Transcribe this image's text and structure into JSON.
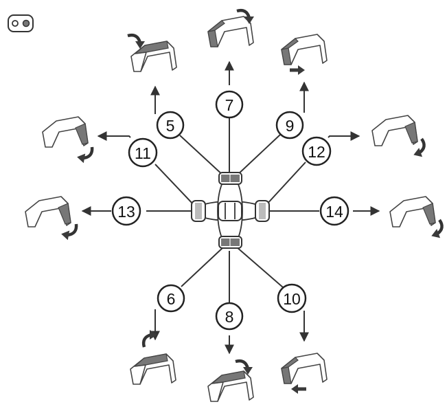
{
  "indicator": {
    "icon": "two-dot-indicator-icon"
  },
  "hub": {
    "icon": "joystick-hub-icon"
  },
  "callouts": [
    {
      "id": "5",
      "label": "5",
      "icon": "bucket-curl-icon"
    },
    {
      "id": "7",
      "label": "7",
      "icon": "boom-raise-icon"
    },
    {
      "id": "9",
      "label": "9",
      "icon": "boom-extend-icon"
    },
    {
      "id": "11",
      "label": "11",
      "icon": "bucket-tilt-icon"
    },
    {
      "id": "12",
      "label": "12",
      "icon": "bucket-tilt-icon"
    },
    {
      "id": "13",
      "label": "13",
      "icon": "bucket-tilt-icon"
    },
    {
      "id": "14",
      "label": "14",
      "icon": "bucket-tilt-icon"
    },
    {
      "id": "6",
      "label": "6",
      "icon": "bucket-dump-icon"
    },
    {
      "id": "8",
      "label": "8",
      "icon": "boom-lower-icon"
    },
    {
      "id": "10",
      "label": "10",
      "icon": "boom-retract-icon"
    }
  ]
}
